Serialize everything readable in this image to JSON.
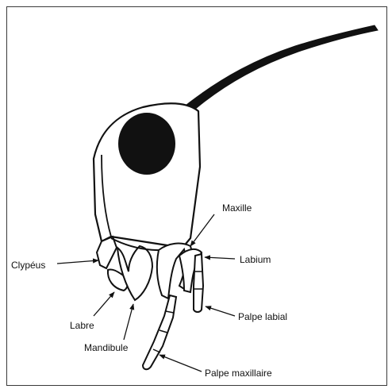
{
  "labels": {
    "maxille": "Maxille",
    "labium": "Labium",
    "clypeus": "Clypéus",
    "palpe_labial": "Palpe labial",
    "labre": "Labre",
    "mandibule": "Mandibule",
    "palpe_maxillaire": "Palpe maxillaire"
  },
  "colors": {
    "ink": "#111111",
    "frame": "#3a3a3a",
    "background": "#ffffff"
  }
}
